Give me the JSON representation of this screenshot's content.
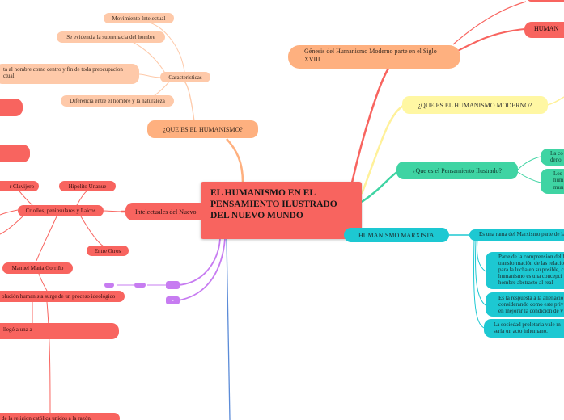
{
  "central": "EL HUMANISMO EN EL PENSAMIENTO ILUSTRADO DEL NUEVO MUNDO",
  "branches": {
    "que_es": {
      "label": "¿QUE ES EL HUMANISMO?",
      "caracteristicas": "Caracteristicas",
      "movimiento": "Movimiento Intelectual",
      "supremacia": "Se evidencia la supremacia del hombre",
      "hombre_centro_1": "ta al hombre como centro y fin de toda preocupacion",
      "hombre_centro_2": "ctual",
      "diferencia": "Diferencia entre el hombre y la naturaleza"
    },
    "intelectuales": {
      "label": "Intelectuales del Nuevo",
      "criollos": "Criollos, peninsulares y Laicos",
      "clavijero": "r Clavijero",
      "unanue": "Hipolito Unanue",
      "otros": "Entre Otros",
      "gorriño": "Manuel Maria Gorriño",
      "revolucion": "olución humanista surge de un proceso ideológico",
      "aceptacion": "llegó a una aceptación en el",
      "religion": "de la religion católica unidos a la razón."
    },
    "genesis": {
      "label": "Génesis del Humanismo Moderno parte en el Siglo XVIII",
      "humanismo": "HUMAN"
    },
    "moderno": {
      "label": "¿QUE ES EL HUMANISMO MODERNO?"
    },
    "ilustrado": {
      "label": "¿Que es el Pensamiento Ilustrado?",
      "leaf1_l1": "La co",
      "leaf1_l2": "deno",
      "leaf2_l1": "Los",
      "leaf2_l2": "hum",
      "leaf2_l3": "mun"
    },
    "marxista": {
      "label": "HUMANISMO MARXISTA",
      "rama": "Es una rama del Marxismo parte de la",
      "parte_l1": "Parte de la comprension del h",
      "parte_l2": "transformación de las relacio",
      "parte_l3": "para la lucha en su posible, c",
      "parte_l4": "humanismo es una concepci",
      "parte_l5": "hombre abstracto al real",
      "respuesta_l1": "Es la respuesta a la alienació",
      "respuesta_l2": "considerando como este priv",
      "respuesta_l3": "en mejorar la condición de v",
      "sociedad_l1": "La sociedad proletaria vale m",
      "sociedad_l2": "sería un acto inhumano."
    },
    "purple": {
      "dot": "-"
    }
  },
  "colors": {
    "red": "#f8645f",
    "orange": "#feb07f",
    "peach": "#fec9a9",
    "yellow": "#fff7a3",
    "green": "#3fd4a3",
    "teal": "#1dc8d2",
    "purple": "#c77cf1",
    "blue": "#5b8bd8"
  }
}
